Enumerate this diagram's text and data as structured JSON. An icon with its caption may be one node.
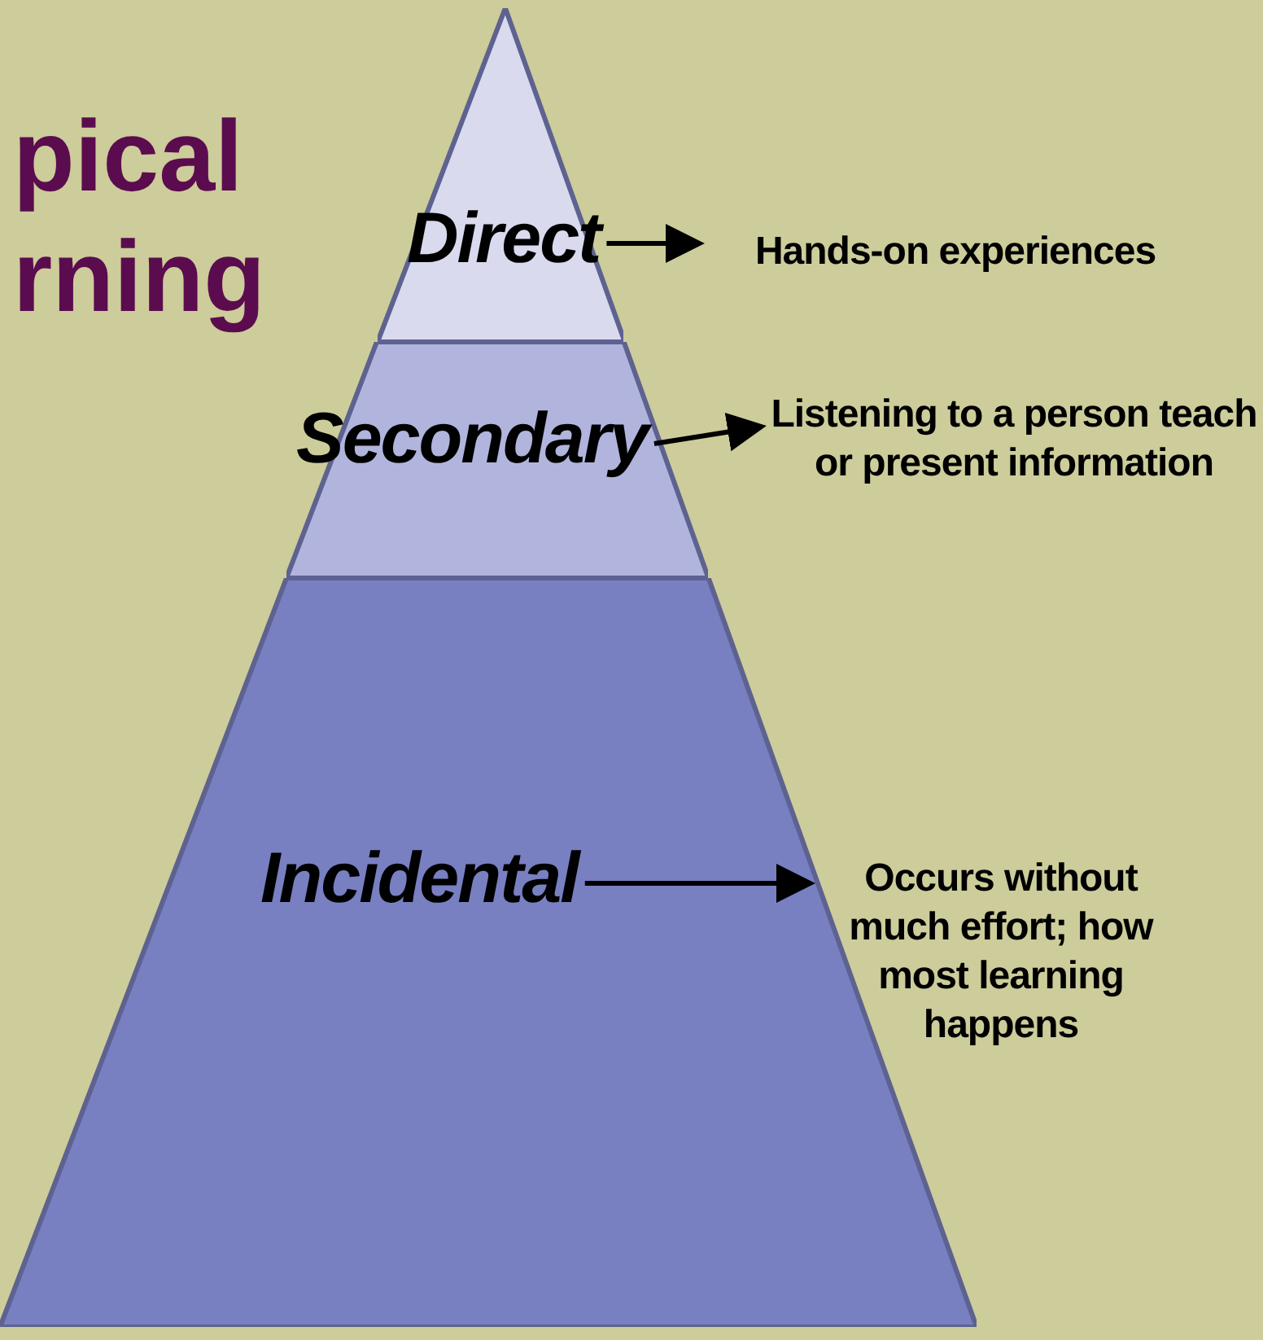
{
  "diagram": {
    "nodes": [
      {
        "text": [
          "Direct"
        ]
      },
      {
        "text": [
          "Secondary"
        ]
      },
      {
        "text": [
          "Incidental"
        ]
      },
      {
        "text": [
          "Hands-on experiences"
        ]
      },
      {
        "text": [
          "Listening to a person teach or present information"
        ]
      },
      {
        "text": [
          "Occurs without much effort; how most learning happens"
        ]
      }
    ],
    "edges": [
      {
        "from": 0,
        "to": 3,
        "arrow": "to"
      },
      {
        "from": 1,
        "to": 4,
        "arrow": "to"
      },
      {
        "from": 2,
        "to": 5,
        "arrow": "to"
      }
    ],
    "labels": [
      "pical rning"
    ]
  }
}
